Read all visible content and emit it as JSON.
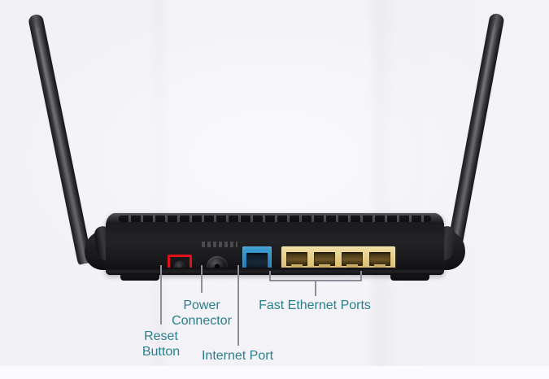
{
  "scene": {
    "subject": "wireless router rear panel",
    "background_color": "#f2f1f6"
  },
  "device": {
    "body_color": "#1a1a1d",
    "antennas": [
      {
        "name": "left-antenna"
      },
      {
        "name": "right-antenna"
      }
    ]
  },
  "highlight": {
    "target": "reset-button",
    "color": "#e0121a",
    "shape": "rectangle"
  },
  "callouts": [
    {
      "id": "reset",
      "lines": [
        "Reset",
        "Button"
      ],
      "line1": "Reset",
      "line2": "Button",
      "color": "#2b7f8c"
    },
    {
      "id": "power",
      "lines": [
        "Power",
        "Connector"
      ],
      "line1": "Power",
      "line2": "Connector",
      "color": "#2b7f8c"
    },
    {
      "id": "internet",
      "lines": [
        "Internet Port"
      ],
      "line1": "Internet Port",
      "color": "#2b7f8c"
    },
    {
      "id": "ethernet",
      "lines": [
        "Fast Ethernet Ports"
      ],
      "line1": "Fast Ethernet Ports",
      "color": "#2b7f8c"
    }
  ],
  "ports": {
    "reset_label": "Reset Button",
    "power_label": "Power Connector",
    "internet_label": "Internet Port",
    "ethernet_label": "Fast Ethernet Ports",
    "ethernet_count": 4,
    "internet_port_color": "#2a85bd",
    "ethernet_port_color": "#e6cd86"
  }
}
